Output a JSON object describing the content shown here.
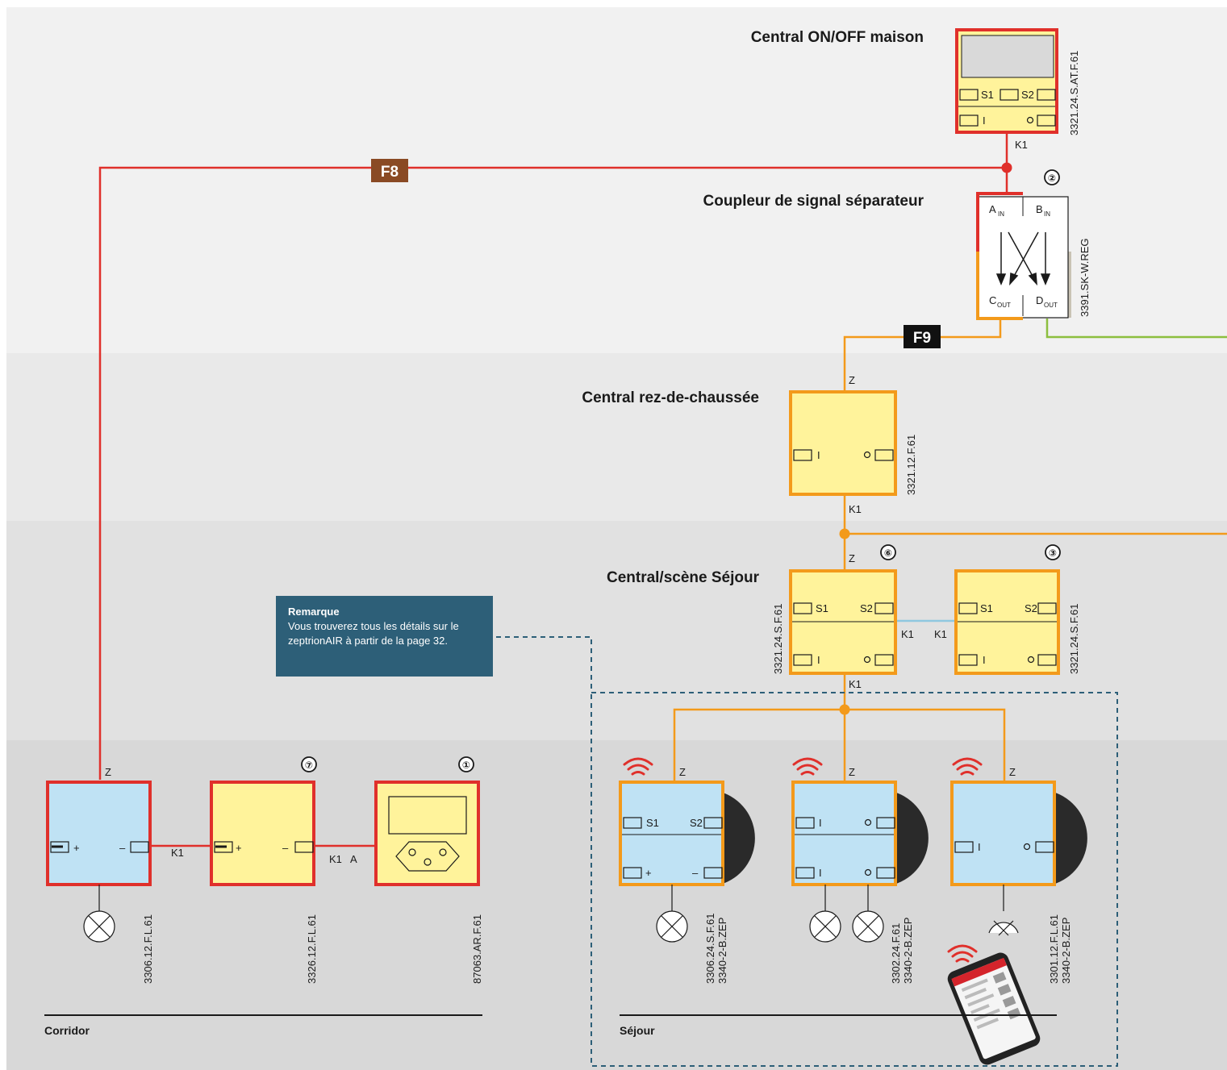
{
  "titles": {
    "central_maison": "Central ON/OFF maison",
    "coupleur": "Coupleur de signal séparateur",
    "central_rdc": "Central rez-de-chaussée",
    "central_sejour": "Central/scène Séjour"
  },
  "tags": {
    "f8": "F8",
    "f9": "F9"
  },
  "zones": {
    "corridor": "Corridor",
    "sejour": "Séjour"
  },
  "note": {
    "heading": "Remarque",
    "body": "Vous trouverez tous les détails sur le zeptrionAIR à partir de la page 32."
  },
  "refs": {
    "maison": "3321.24.S.AT.F.61",
    "coupleur": "3391.SK-W.REG",
    "rdc": "3321.12.F.61",
    "sejour_a": "3321.24.S.F.61",
    "sejour_b": "3321.24.S.F.61",
    "corridor_1": "3306.12.F.L.61",
    "corridor_2": "3326.12.F.L.61",
    "corridor_3": "87063.AR.F.61",
    "sejour_dev1": "3306.24.S.F.61",
    "sejour_dev1_b": "3340-2-B.ZEP",
    "sejour_dev2": "3302.24.F.61",
    "sejour_dev2_b": "3340-2-B.ZEP",
    "sejour_dev3": "3301.12.F.L.61",
    "sejour_dev3_b": "3340-2-B.ZEP"
  },
  "numbers": {
    "coupleur": "②",
    "sejour_a": "⑥",
    "sejour_b": "③",
    "corridor_2": "⑦",
    "corridor_3": "①"
  },
  "labels": {
    "k1": "K1",
    "z": "Z",
    "a": "A",
    "s1": "S1",
    "s2": "S2",
    "on": "I",
    "off": "O",
    "plus": "+",
    "minus": "–",
    "a_in": "A",
    "b_in": "B",
    "c_out": "C",
    "d_out": "D",
    "in": "IN",
    "out": "OUT"
  },
  "colors": {
    "red": "#e0302b",
    "orange": "#f39a1b",
    "green": "#8cbf3f",
    "blue_line": "#8fc8e0",
    "yellow_box": "#fff39b",
    "blue_box": "#bfe2f4",
    "f8_bg": "#8a4a24",
    "note_bg": "#2d5f78"
  }
}
